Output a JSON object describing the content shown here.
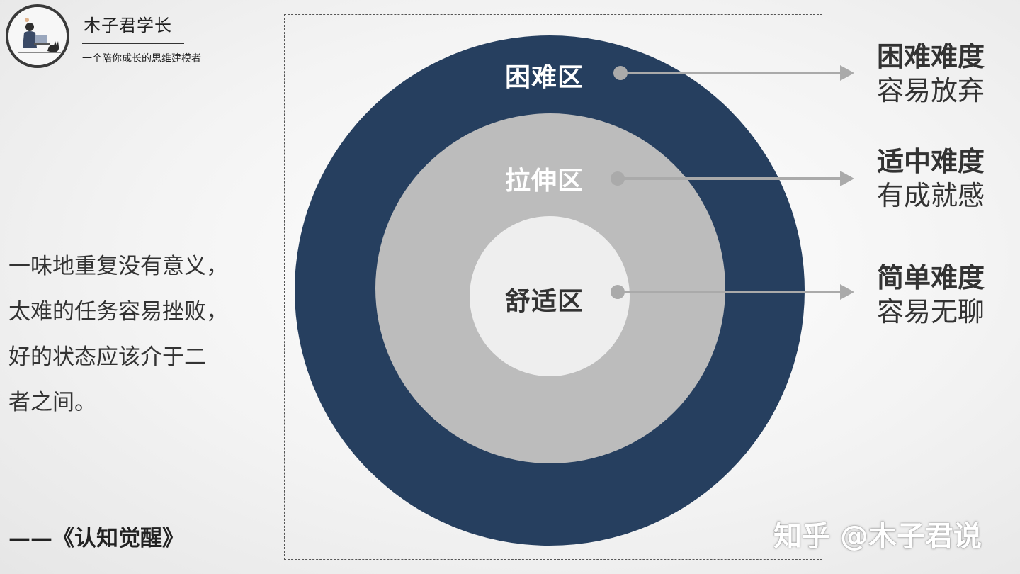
{
  "brand": {
    "title": "木子君学长",
    "subtitle": "一个陪你成长的思维建模者",
    "logo_icon": "person-with-cat-illustration"
  },
  "quote": {
    "lines": [
      "一味地重复没有意义，",
      "太难的任务容易挫败，",
      "好的状态应该介于二",
      "者之间。"
    ],
    "source": "——《认知觉醒》"
  },
  "diagram": {
    "colors": {
      "outer": "#263f5f",
      "middle": "#bcbcbc",
      "inner": "#eeeeee",
      "arrow": "#aaaaaa"
    },
    "zones": [
      {
        "label": "困难区",
        "title": "困难难度",
        "desc": "容易放弃"
      },
      {
        "label": "拉伸区",
        "title": "适中难度",
        "desc": "有成就感"
      },
      {
        "label": "舒适区",
        "title": "简单难度",
        "desc": "容易无聊"
      }
    ]
  },
  "watermark": "知乎 @木子君说"
}
